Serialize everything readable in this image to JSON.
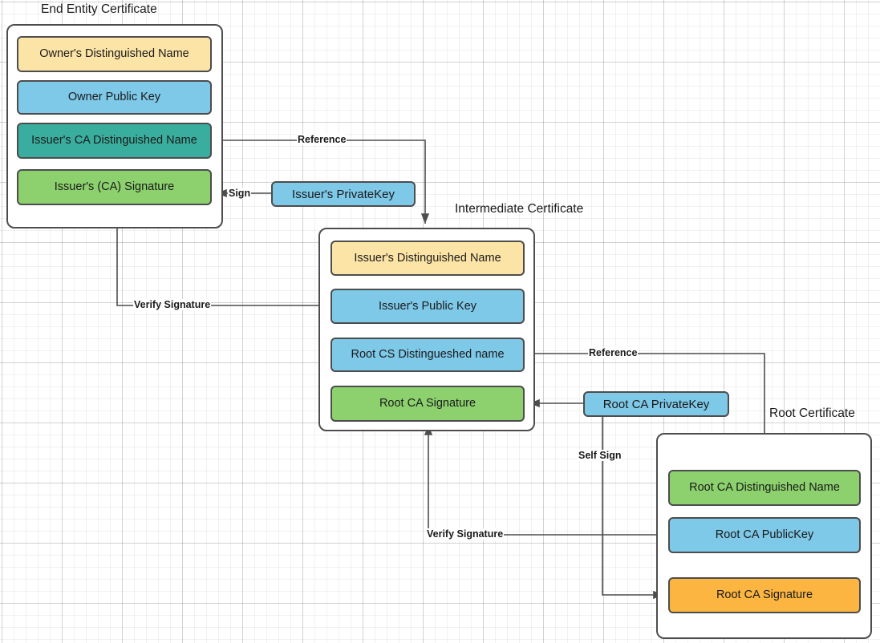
{
  "diagram": {
    "title_labels": {
      "end_entity": "End Entity Certificate",
      "intermediate": "Intermediate Certificate",
      "root": "Root Certificate"
    },
    "colors": {
      "yellow": "#FCE4A6",
      "blue": "#7EC8E8",
      "teal": "#3AAE9E",
      "green": "#8CD16D",
      "orange": "#FBB540",
      "stroke": "#4d4d4d",
      "background": "#ffffff"
    },
    "certificates": [
      {
        "id": "end-entity-certificate",
        "title": "End Entity Certificate",
        "fields": [
          {
            "label": "Owner's Distinguished Name",
            "color": "#FCE4A6"
          },
          {
            "label": "Owner Public  Key",
            "color": "#7EC8E8"
          },
          {
            "label": "Issuer's CA Distinguished Name",
            "color": "#3AAE9E"
          },
          {
            "label": "Issuer's (CA) Signature",
            "color": "#8CD16D"
          }
        ]
      },
      {
        "id": "intermediate-certificate",
        "title": "Intermediate Certificate",
        "fields": [
          {
            "label": "Issuer's Distinguished Name",
            "color": "#FCE4A6"
          },
          {
            "label": "Issuer's Public  Key",
            "color": "#7EC8E8"
          },
          {
            "label": "Root CS Distingueshed name",
            "color": "#7EC8E8"
          },
          {
            "label": "Root CA Signature",
            "color": "#8CD16D"
          }
        ]
      },
      {
        "id": "root-certificate",
        "title": "Root Certificate",
        "fields": [
          {
            "label": "Root CA Distinguished Name",
            "color": "#8CD16D"
          },
          {
            "label": "Root CA PublicKey",
            "color": "#7EC8E8"
          },
          {
            "label": "Root CA Signature",
            "color": "#FBB540"
          }
        ]
      }
    ],
    "key_nodes": [
      {
        "id": "issuer-private-key",
        "label": "Issuer's PrivateKey",
        "color": "#7EC8E8"
      },
      {
        "id": "root-ca-private-key",
        "label": "Root CA PrivateKey",
        "color": "#7EC8E8"
      }
    ],
    "edge_labels": {
      "reference_top": "Reference",
      "sign": "Sign",
      "verify_signature_top": "Verify Signature",
      "reference_bottom": "Reference",
      "self_sign": "Self Sign",
      "verify_signature_bottom": "Verify Signature"
    }
  }
}
